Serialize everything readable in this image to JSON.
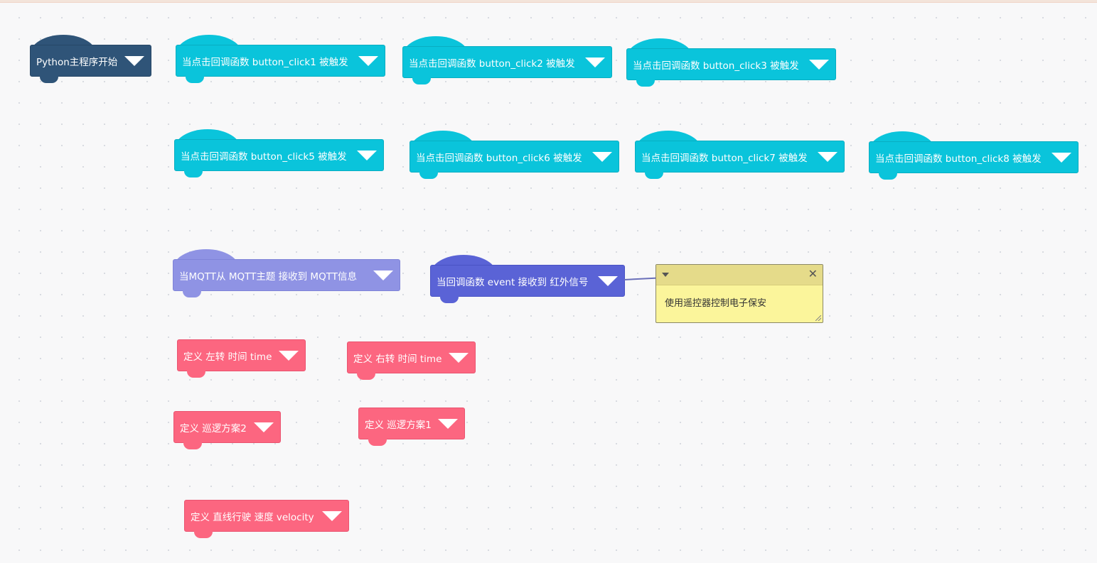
{
  "canvas": {
    "blocks": {
      "main_start": "Python主程序开始",
      "click1": "当点击回调函数 button_click1 被触发",
      "click2": "当点击回调函数 button_click2 被触发",
      "click3": "当点击回调函数 button_click3 被触发",
      "click5": "当点击回调函数 button_click5 被触发",
      "click6": "当点击回调函数 button_click6 被触发",
      "click7": "当点击回调函数 button_click7 被触发",
      "click8": "当点击回调函数 button_click8 被触发",
      "mqtt": "当MQTT从 MQTT主题 接收到 MQTT信息",
      "ir_event": "当回调函数 event 接收到 红外信号",
      "define_left": "定义 左转 时间 time",
      "define_right": "定义 右转 时间 time",
      "define_patrol2": "定义 巡逻方案2",
      "define_patrol1": "定义 巡逻方案1",
      "define_straight": "定义 直线行驶 速度 velocity"
    },
    "comment": {
      "text": "使用遥控器控制电子保安",
      "close_glyph": "✕"
    }
  },
  "colors": {
    "event_cyan": "#0ac4db",
    "main_navy": "#2f5478",
    "mqtt_lavender": "#8f93e4",
    "ir_purple": "#5a63d6",
    "define_pink": "#fc6680",
    "comment_yellow": "#fbf59b"
  },
  "icons": [
    "dropdown-arrow-icon",
    "collapse-triangle-icon",
    "close-icon",
    "resize-grip-icon"
  ]
}
